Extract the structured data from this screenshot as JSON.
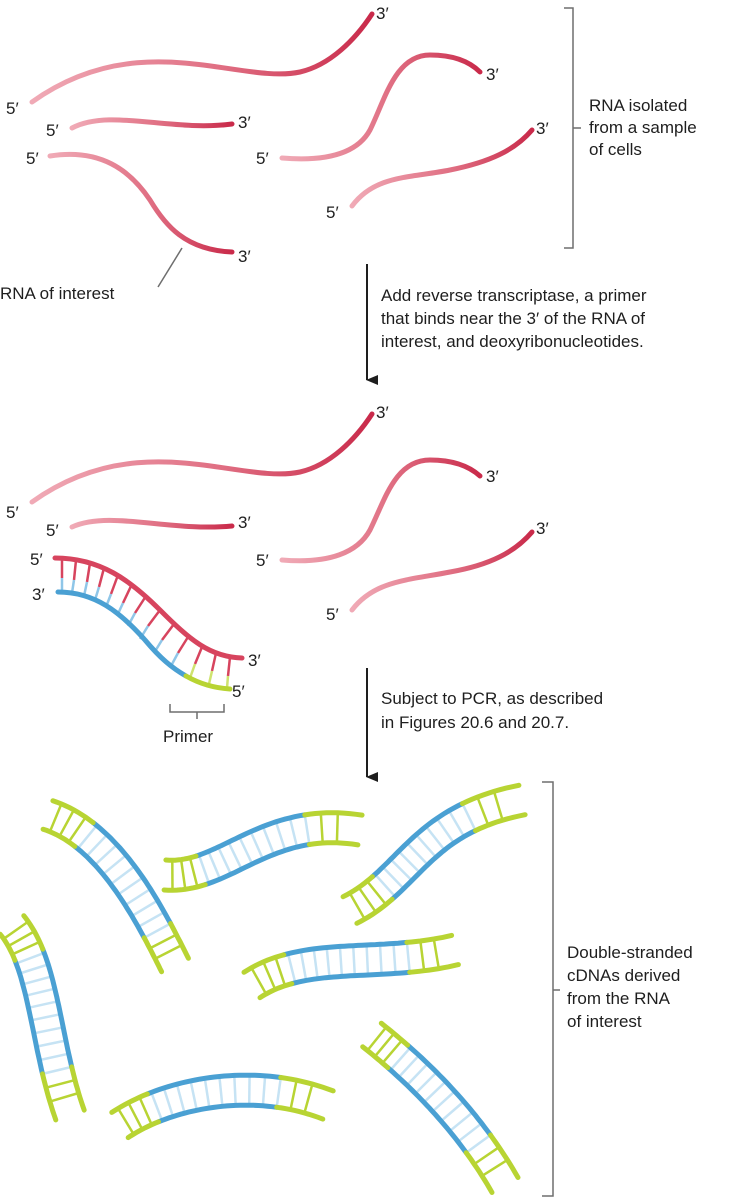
{
  "colors": {
    "rna": "#d7445e",
    "rna_light": "#f0aab6",
    "dna": "#4aa0d3",
    "dna_light": "#c6e3f4",
    "primer": "#b8d433",
    "text": "#1e1e1e",
    "line": "#6e6e6e"
  },
  "ends": {
    "five": "5′",
    "three": "3′"
  },
  "labels": {
    "rna_isolated": [
      "RNA isolated",
      "from a sample",
      "of cells"
    ],
    "rna_of_interest": "RNA of interest",
    "step1": [
      "Add reverse transcriptase, a primer",
      "that binds near the 3′ of the RNA of",
      "interest, and deoxyribonucleotides."
    ],
    "primer": "Primer",
    "step2": [
      "Subject to PCR, as described",
      "in Figures 20.6 and 20.7."
    ],
    "cdna": [
      "Double-stranded",
      "cDNAs derived",
      "from the RNA",
      "of interest"
    ]
  }
}
